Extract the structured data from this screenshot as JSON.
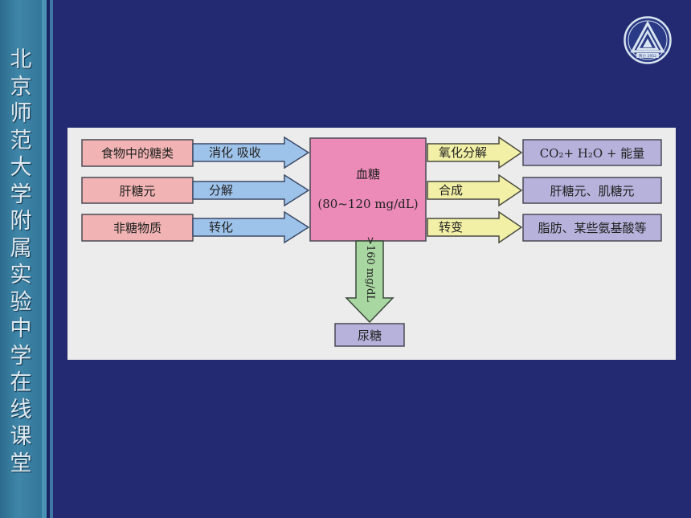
{
  "sidebar": {
    "title_chars": [
      "北",
      "京",
      "师",
      "范",
      "大",
      "学",
      "附",
      "属",
      "实",
      "验",
      "中",
      "学",
      "在",
      "线",
      "课",
      "堂"
    ]
  },
  "logo": {
    "icon": "school-logo-icon",
    "text": "附小 1952"
  },
  "diagram": {
    "inputs": [
      {
        "label": "食物中的糖类",
        "arrow_label": "消化  吸收"
      },
      {
        "label": "肝糖元",
        "arrow_label": "分解"
      },
      {
        "label": "非糖物质",
        "arrow_label": "转化"
      }
    ],
    "center": {
      "title": "血糖",
      "range": "(80~120 mg/dL)"
    },
    "outputs": [
      {
        "arrow_label": "氧化分解",
        "label": "CO₂+ H₂O + 能量"
      },
      {
        "arrow_label": "合成",
        "label": "肝糖元、肌糖元"
      },
      {
        "arrow_label": "转变",
        "label": "脂肪、某些氨基酸等"
      }
    ],
    "down": {
      "arrow_label": ">160 mg/dL",
      "label": "尿糖"
    }
  },
  "colors": {
    "background": "#232a72",
    "input_box": "#f1b3b3",
    "input_arrow": "#9ec3ea",
    "center_box": "#ec8ab8",
    "output_arrow": "#f2f0a6",
    "output_box": "#b6b2dc",
    "down_arrow": "#a9d7a2"
  }
}
